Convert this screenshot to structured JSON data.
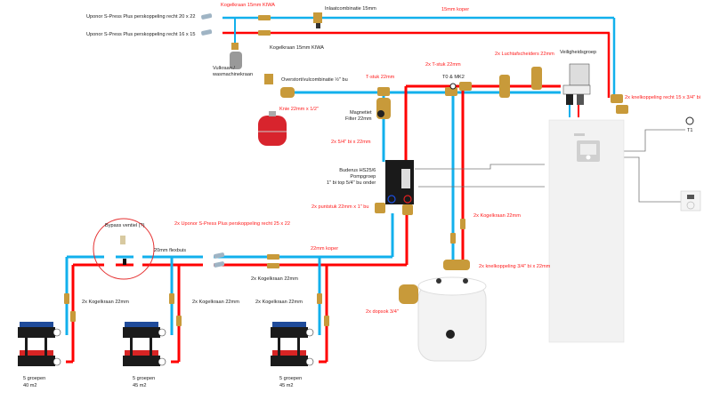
{
  "colors": {
    "supply": "#ff0000",
    "return": "#12b0ec",
    "brass": "#c89a3a",
    "label_red": "#ff1a1a",
    "label_dark": "#222222"
  },
  "labels": {
    "uponor_20x22": "Uponor S-Press Plus perskoppeling recht 20 x 22",
    "uponor_16x15": "Uponor S-Press Plus perskoppeling recht 16 x 15",
    "kogelkraan_15_top": "Kogelkraan 15mm KIWA",
    "kogelkraan_15_bottom": "Kogelkraan 15mm KIWA",
    "inlaatcombinatie": "Inlaatcombinatie 15mm",
    "koper_15": "15mm koper",
    "vulkraan": "Vulkraan /\nwasmachinekraan",
    "overstort": "Overstort/vulcombinatie ½\" bu",
    "knie": "Knie 22mm x 1/2\"",
    "t_stuk": "T-stuk 22mm",
    "t_stuk_2x": "2x T-stuk 22mm",
    "t0_mk2": "T0 & MK2",
    "luchtafscheiders": "2x Luchtafscheiders 22mm",
    "veiligheidsgroep": "Veiligheidsgroep",
    "magnetiet_filter": "Magnetiet\nFilter 22mm",
    "bi_x_22": "2x 5/4\" bi x 22mm",
    "knelkoppeling_15": "2x knelkoppeling recht 15 x 3/4\" bi",
    "t1": "T1",
    "buderus": "Buderus HS25/6\nPompgroep\n1\" bi top 5/4\" bu onder",
    "puntstuk": "2x puntstuk 22mm x 1\" bu",
    "kogelkraan_22_right": "2x Kogelkraan 22mm",
    "uponor_25x22": "2x Uponor S-Press Plus perskoppeling recht 25 x 22",
    "bypass": "Bypass ventiel (?)",
    "flexbuis": "20mm flexbuis",
    "koper_22": "22mm koper",
    "kogelkraan_22_mid": "2x Kogelkraan 22mm",
    "knelkoppeling_34": "2x knelkoppeling 3/4\" bi x 22mm",
    "dopsok": "2x dopsok 3/4\"",
    "kogelkraan_22_g1": "2x Kogelkraan 22mm",
    "kogelkraan_22_g2": "2x Kogelkraan 22mm",
    "kogelkraan_22_g3": "2x Kogelkraan 22mm"
  },
  "manifolds": [
    {
      "groups": "5 groepen",
      "area": "40 m2"
    },
    {
      "groups": "5 groepen",
      "area": "45 m2"
    },
    {
      "groups": "5 groepen",
      "area": "45 m2"
    }
  ]
}
